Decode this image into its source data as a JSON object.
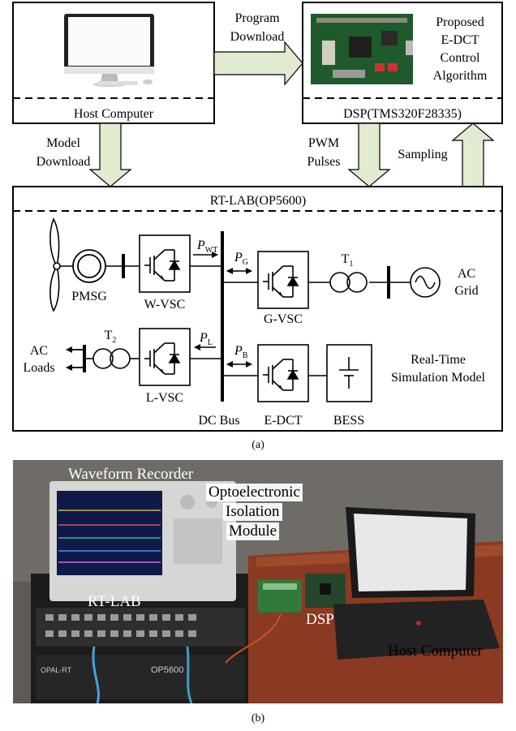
{
  "figure_a": {
    "boxes": {
      "host": "Host Computer",
      "dsp": "DSP(TMS320F28335)",
      "rtlab": "RT-LAB(OP5600)"
    },
    "algorithm": [
      "Proposed",
      "E-DCT",
      "Control",
      "Algorithm"
    ],
    "arrows": {
      "program": [
        "Program",
        "Download"
      ],
      "model": [
        "Model",
        "Download"
      ],
      "pwm": [
        "PWM",
        "Pulses"
      ],
      "sampling": "Sampling"
    },
    "components": {
      "pmsg": "PMSG",
      "wvsc": "W-VSC",
      "gvsc": "G-VSC",
      "lvsc": "L-VSC",
      "edct": "E-DCT",
      "bess": "BESS",
      "dcbus": "DC Bus",
      "t1": "T",
      "t1_sub": "1",
      "t2": "T",
      "t2_sub": "2",
      "ac_grid": [
        "AC",
        "Grid"
      ],
      "ac_loads": [
        "AC",
        "Loads"
      ],
      "rt_model": [
        "Real-Time",
        "Simulation Model"
      ]
    },
    "powers": {
      "pwt": "P",
      "pwt_sub": "WT",
      "pg": "P",
      "pg_sub": "G",
      "pl": "P",
      "pl_sub": "L",
      "pb": "P",
      "pb_sub": "B"
    },
    "caption": "(a)"
  },
  "figure_b": {
    "labels": {
      "recorder": "Waveform Recorder",
      "isolation": [
        "Optoelectronic",
        "Isolation",
        "Module"
      ],
      "rtlab": "RT-LAB",
      "dsp": "DSP",
      "host": "Host Computer",
      "opal_brand": "OPAL-RT",
      "op_model": "OP5600"
    },
    "caption": "(b)"
  }
}
